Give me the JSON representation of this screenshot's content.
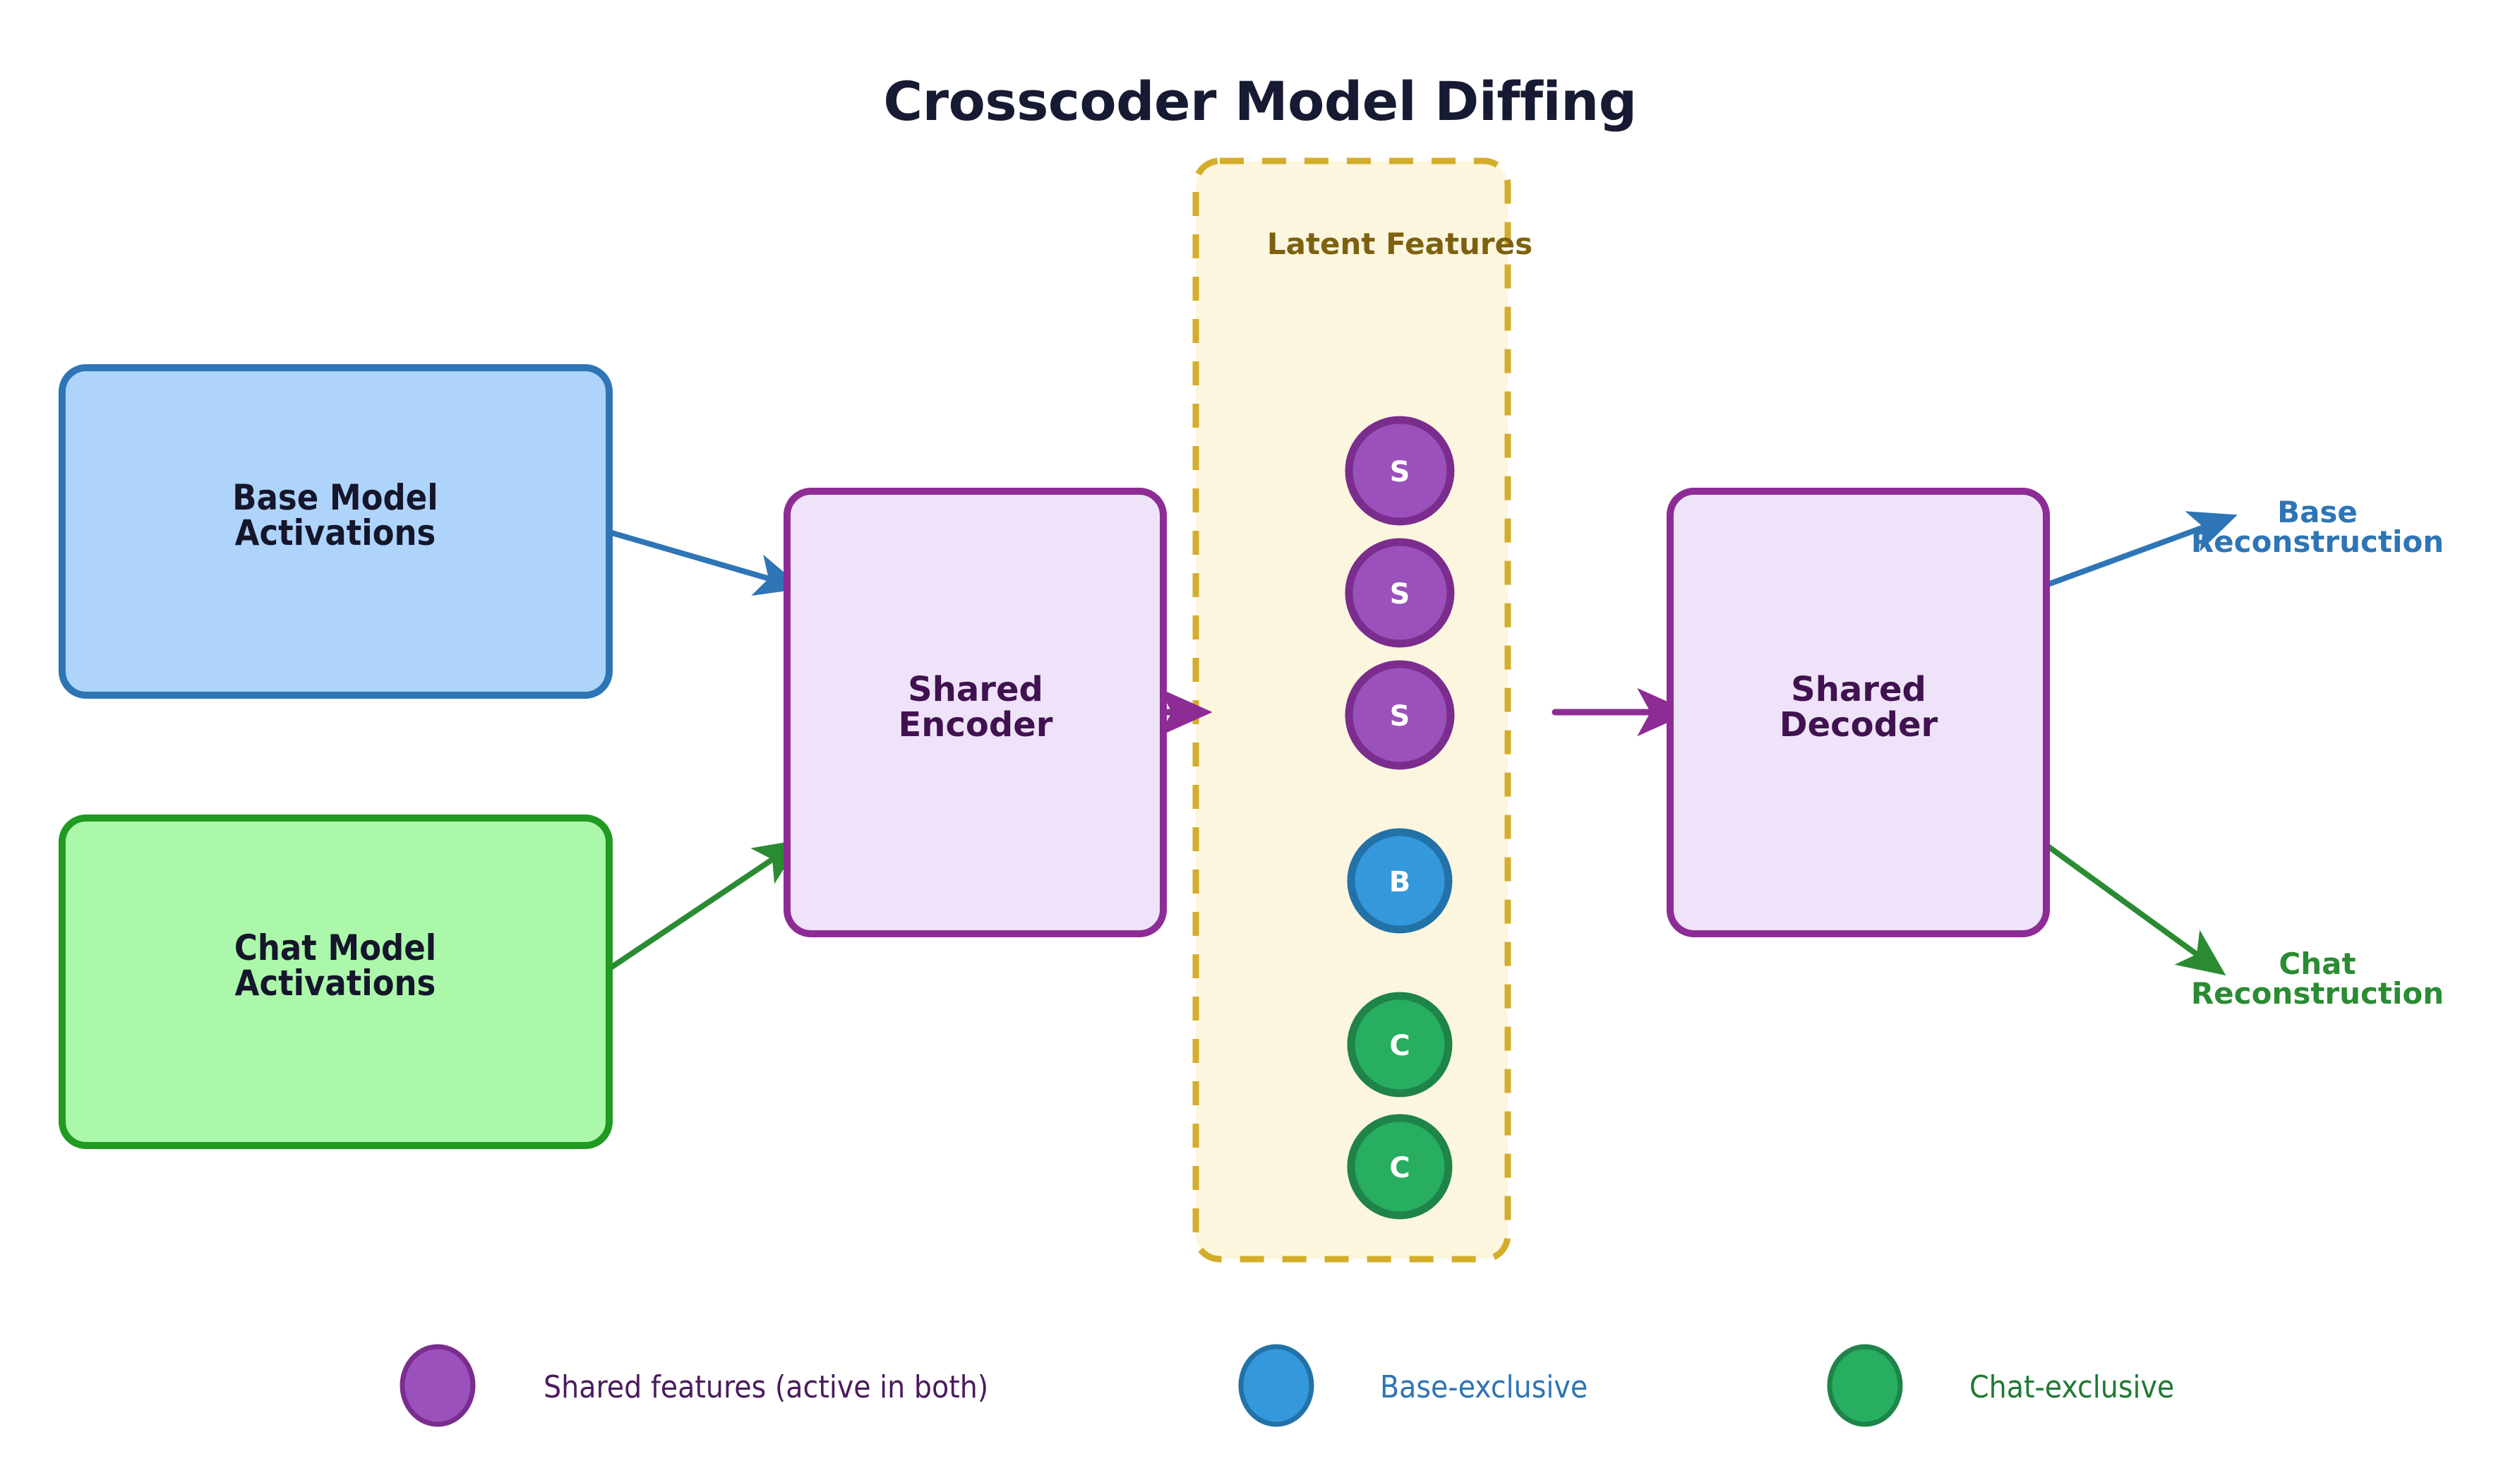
{
  "title": "Crosscoder Model Diffing",
  "colors": {
    "background": "#ffffff",
    "title_text": "#171a33",
    "base_fill": "#aed4fb",
    "base_stroke": "#2e75b6",
    "chat_fill": "#abf8ab",
    "chat_stroke": "#209a20",
    "coder_fill": "#efe3fa",
    "coder_stroke": "#8d2c95",
    "coder_text": "#40124f",
    "panel_fill": "#fdf6df",
    "panel_stroke": "#d4ae2b",
    "panel_text": "#7d610f",
    "shared_node_fill": "#9b51bc",
    "shared_node_stroke": "#7b2d8e",
    "base_node_fill": "#3498db",
    "base_node_stroke": "#2272a8",
    "chat_node_fill": "#27ae60",
    "chat_node_stroke": "#1e8449",
    "arrow_base": "#2e75b6",
    "arrow_chat": "#2a8b33",
    "arrow_purple": "#8d2c95",
    "node_letter": "#ffffff"
  },
  "inputs": [
    {
      "id": "base-model-activations",
      "line1": "Base Model",
      "line2": "Activations"
    },
    {
      "id": "chat-model-activations",
      "line1": "Chat Model",
      "line2": "Activations"
    }
  ],
  "encoder": {
    "id": "shared-encoder",
    "line1": "Shared",
    "line2": "Encoder"
  },
  "decoder": {
    "id": "shared-decoder",
    "line1": "Shared",
    "line2": "Decoder"
  },
  "latent_panel": {
    "label": "Latent Features",
    "nodes": [
      {
        "letter": "S",
        "kind": "shared"
      },
      {
        "letter": "S",
        "kind": "shared"
      },
      {
        "letter": "S",
        "kind": "shared"
      },
      {
        "letter": "B",
        "kind": "base"
      },
      {
        "letter": "C",
        "kind": "chat"
      },
      {
        "letter": "C",
        "kind": "chat"
      }
    ]
  },
  "outputs": [
    {
      "id": "base-reconstruction",
      "line1": "Base",
      "line2": "Reconstruction"
    },
    {
      "id": "chat-reconstruction",
      "line1": "Chat",
      "line2": "Reconstruction"
    }
  ],
  "legend": [
    {
      "id": "legend-shared",
      "label": "Shared features (active in both)",
      "kind": "shared"
    },
    {
      "id": "legend-base",
      "label": "Base-exclusive",
      "kind": "base"
    },
    {
      "id": "legend-chat",
      "label": "Chat-exclusive",
      "kind": "chat"
    }
  ]
}
